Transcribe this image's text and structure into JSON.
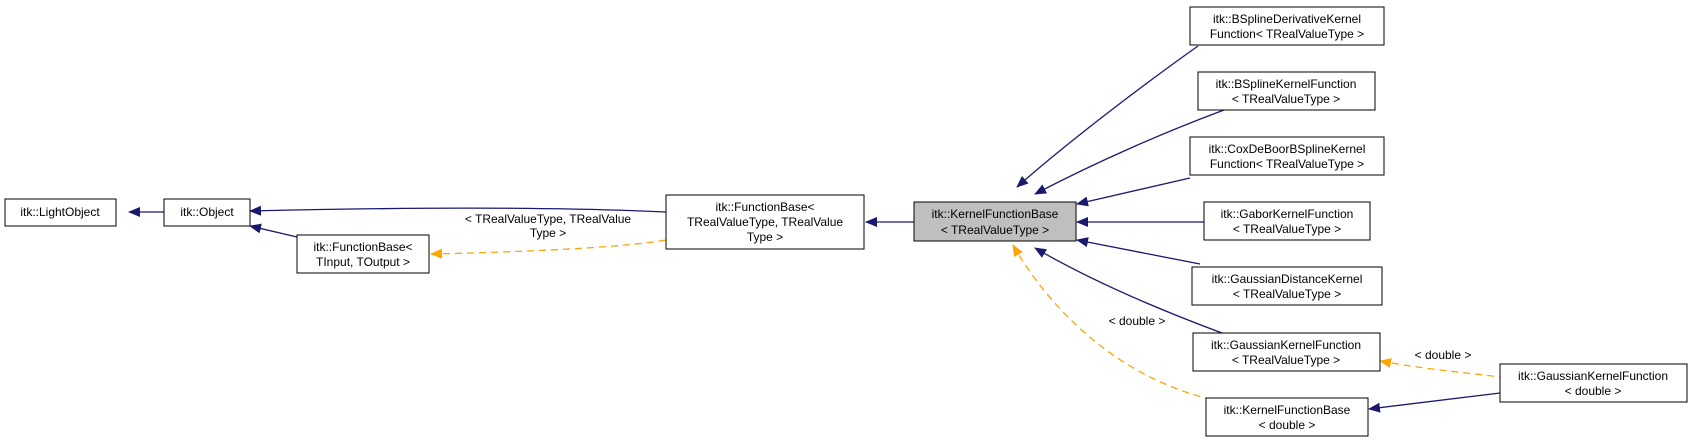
{
  "colors": {
    "inherit_edge": "#191970",
    "template_edge": "#ffa500",
    "focus_fill": "#bfbfbf",
    "node_fill": "#ffffff",
    "node_border": "#000000"
  },
  "nodes": {
    "light_object": {
      "lines": [
        "itk::LightObject"
      ]
    },
    "object": {
      "lines": [
        "itk::Object"
      ]
    },
    "function_base_tinput": {
      "lines": [
        "itk::FunctionBase<",
        "TInput, TOutput >"
      ]
    },
    "function_base_treal": {
      "lines": [
        "itk::FunctionBase<",
        "TRealValueType, TRealValue",
        "Type >"
      ]
    },
    "kernel_function_base": {
      "lines": [
        "itk::KernelFunctionBase",
        "< TRealValueType >"
      ]
    },
    "bspline_derivative": {
      "lines": [
        "itk::BSplineDerivativeKernel",
        "Function< TRealValueType >"
      ]
    },
    "bspline_kernel": {
      "lines": [
        "itk::BSplineKernelFunction",
        "< TRealValueType >"
      ]
    },
    "coxdeboor": {
      "lines": [
        "itk::CoxDeBoorBSplineKernel",
        "Function< TRealValueType >"
      ]
    },
    "gabor": {
      "lines": [
        "itk::GaborKernelFunction",
        "< TRealValueType >"
      ]
    },
    "gaussian_distance": {
      "lines": [
        "itk::GaussianDistanceKernel",
        "< TRealValueType >"
      ]
    },
    "gaussian_kernel": {
      "lines": [
        "itk::GaussianKernelFunction",
        "< TRealValueType >"
      ]
    },
    "kernel_base_double": {
      "lines": [
        "itk::KernelFunctionBase",
        "< double >"
      ]
    },
    "gaussian_double": {
      "lines": [
        "itk::GaussianKernelFunction",
        "< double >"
      ]
    }
  },
  "edge_labels": {
    "function_base_template": [
      "< TRealValueType, TRealValue",
      "Type >"
    ],
    "kernel_double_template": [
      "< double >"
    ],
    "gaussian_double_template": [
      "< double >"
    ]
  }
}
